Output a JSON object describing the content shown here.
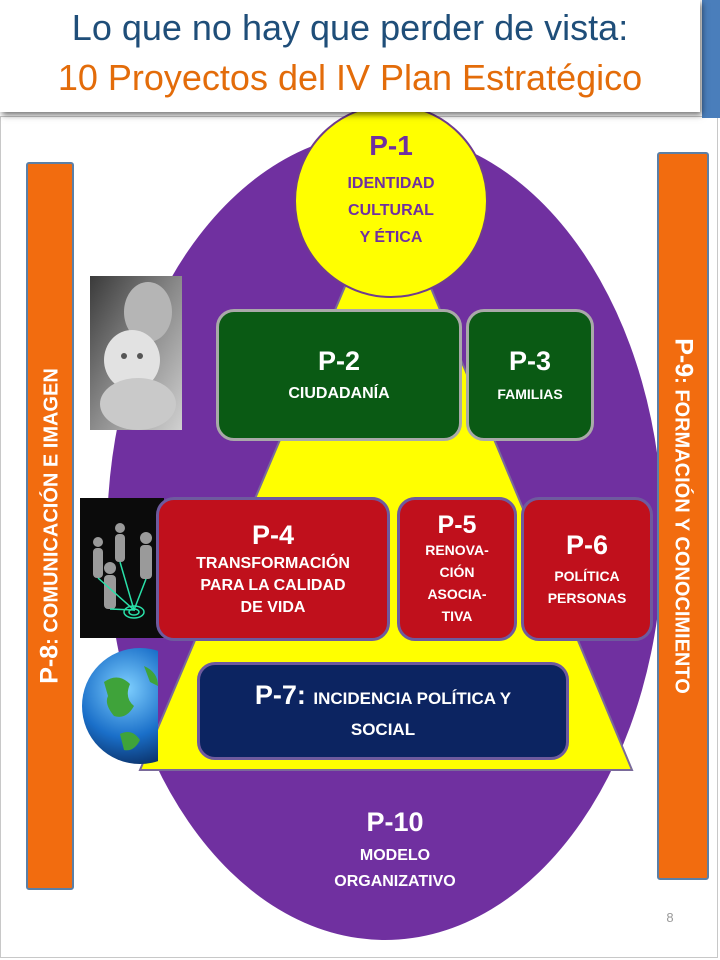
{
  "header": {
    "title_line1": "Lo que no hay que perder de vista:",
    "title_line2": "10 Proyectos del IV Plan Estratégico"
  },
  "sidebar_left": {
    "code": "P-8",
    "label": ": COMUNICACIÓN E IMAGEN"
  },
  "sidebar_right": {
    "code": "P-9",
    "label": ": FORMACIÓN Y CONOCIMIENTO"
  },
  "projects": {
    "p1": {
      "code": "P-1",
      "label_lines": [
        "IDENTIDAD",
        "CULTURAL",
        "Y ÉTICA"
      ]
    },
    "p2": {
      "code": "P-2",
      "label": "CIUDADANÍA"
    },
    "p3": {
      "code": "P-3",
      "label": "FAMILIAS"
    },
    "p4": {
      "code": "P-4",
      "label_lines": [
        "TRANSFORMACIÓN",
        "PARA LA CALIDAD",
        "DE VIDA"
      ]
    },
    "p5": {
      "code": "P-5",
      "label_lines": [
        "RENOVA-",
        "CIÓN",
        "ASOCIA-",
        "TIVA"
      ]
    },
    "p6": {
      "code": "P-6",
      "label_lines": [
        "POLÍTICA",
        "PERSONAS"
      ]
    },
    "p7": {
      "code": "P-7:",
      "label_line1": "INCIDENCIA POLÍTICA Y",
      "label_line2": "SOCIAL"
    },
    "p10": {
      "code": "P-10",
      "label_lines": [
        "MODELO",
        "ORGANIZATIVO"
      ]
    }
  },
  "slide_number": "8",
  "colors": {
    "title_blue": "#1f4e79",
    "title_orange": "#e36c0a",
    "sidebar_orange": "#f26c0f",
    "oval_purple": "#7030a0",
    "triangle_yellow": "#ffff00",
    "green_box": "#0a5a14",
    "red_box": "#c0101c",
    "navy_box": "#0c2461"
  },
  "icons": [
    "mother-and-baby-photo",
    "network-people-photo",
    "globe-icon"
  ]
}
